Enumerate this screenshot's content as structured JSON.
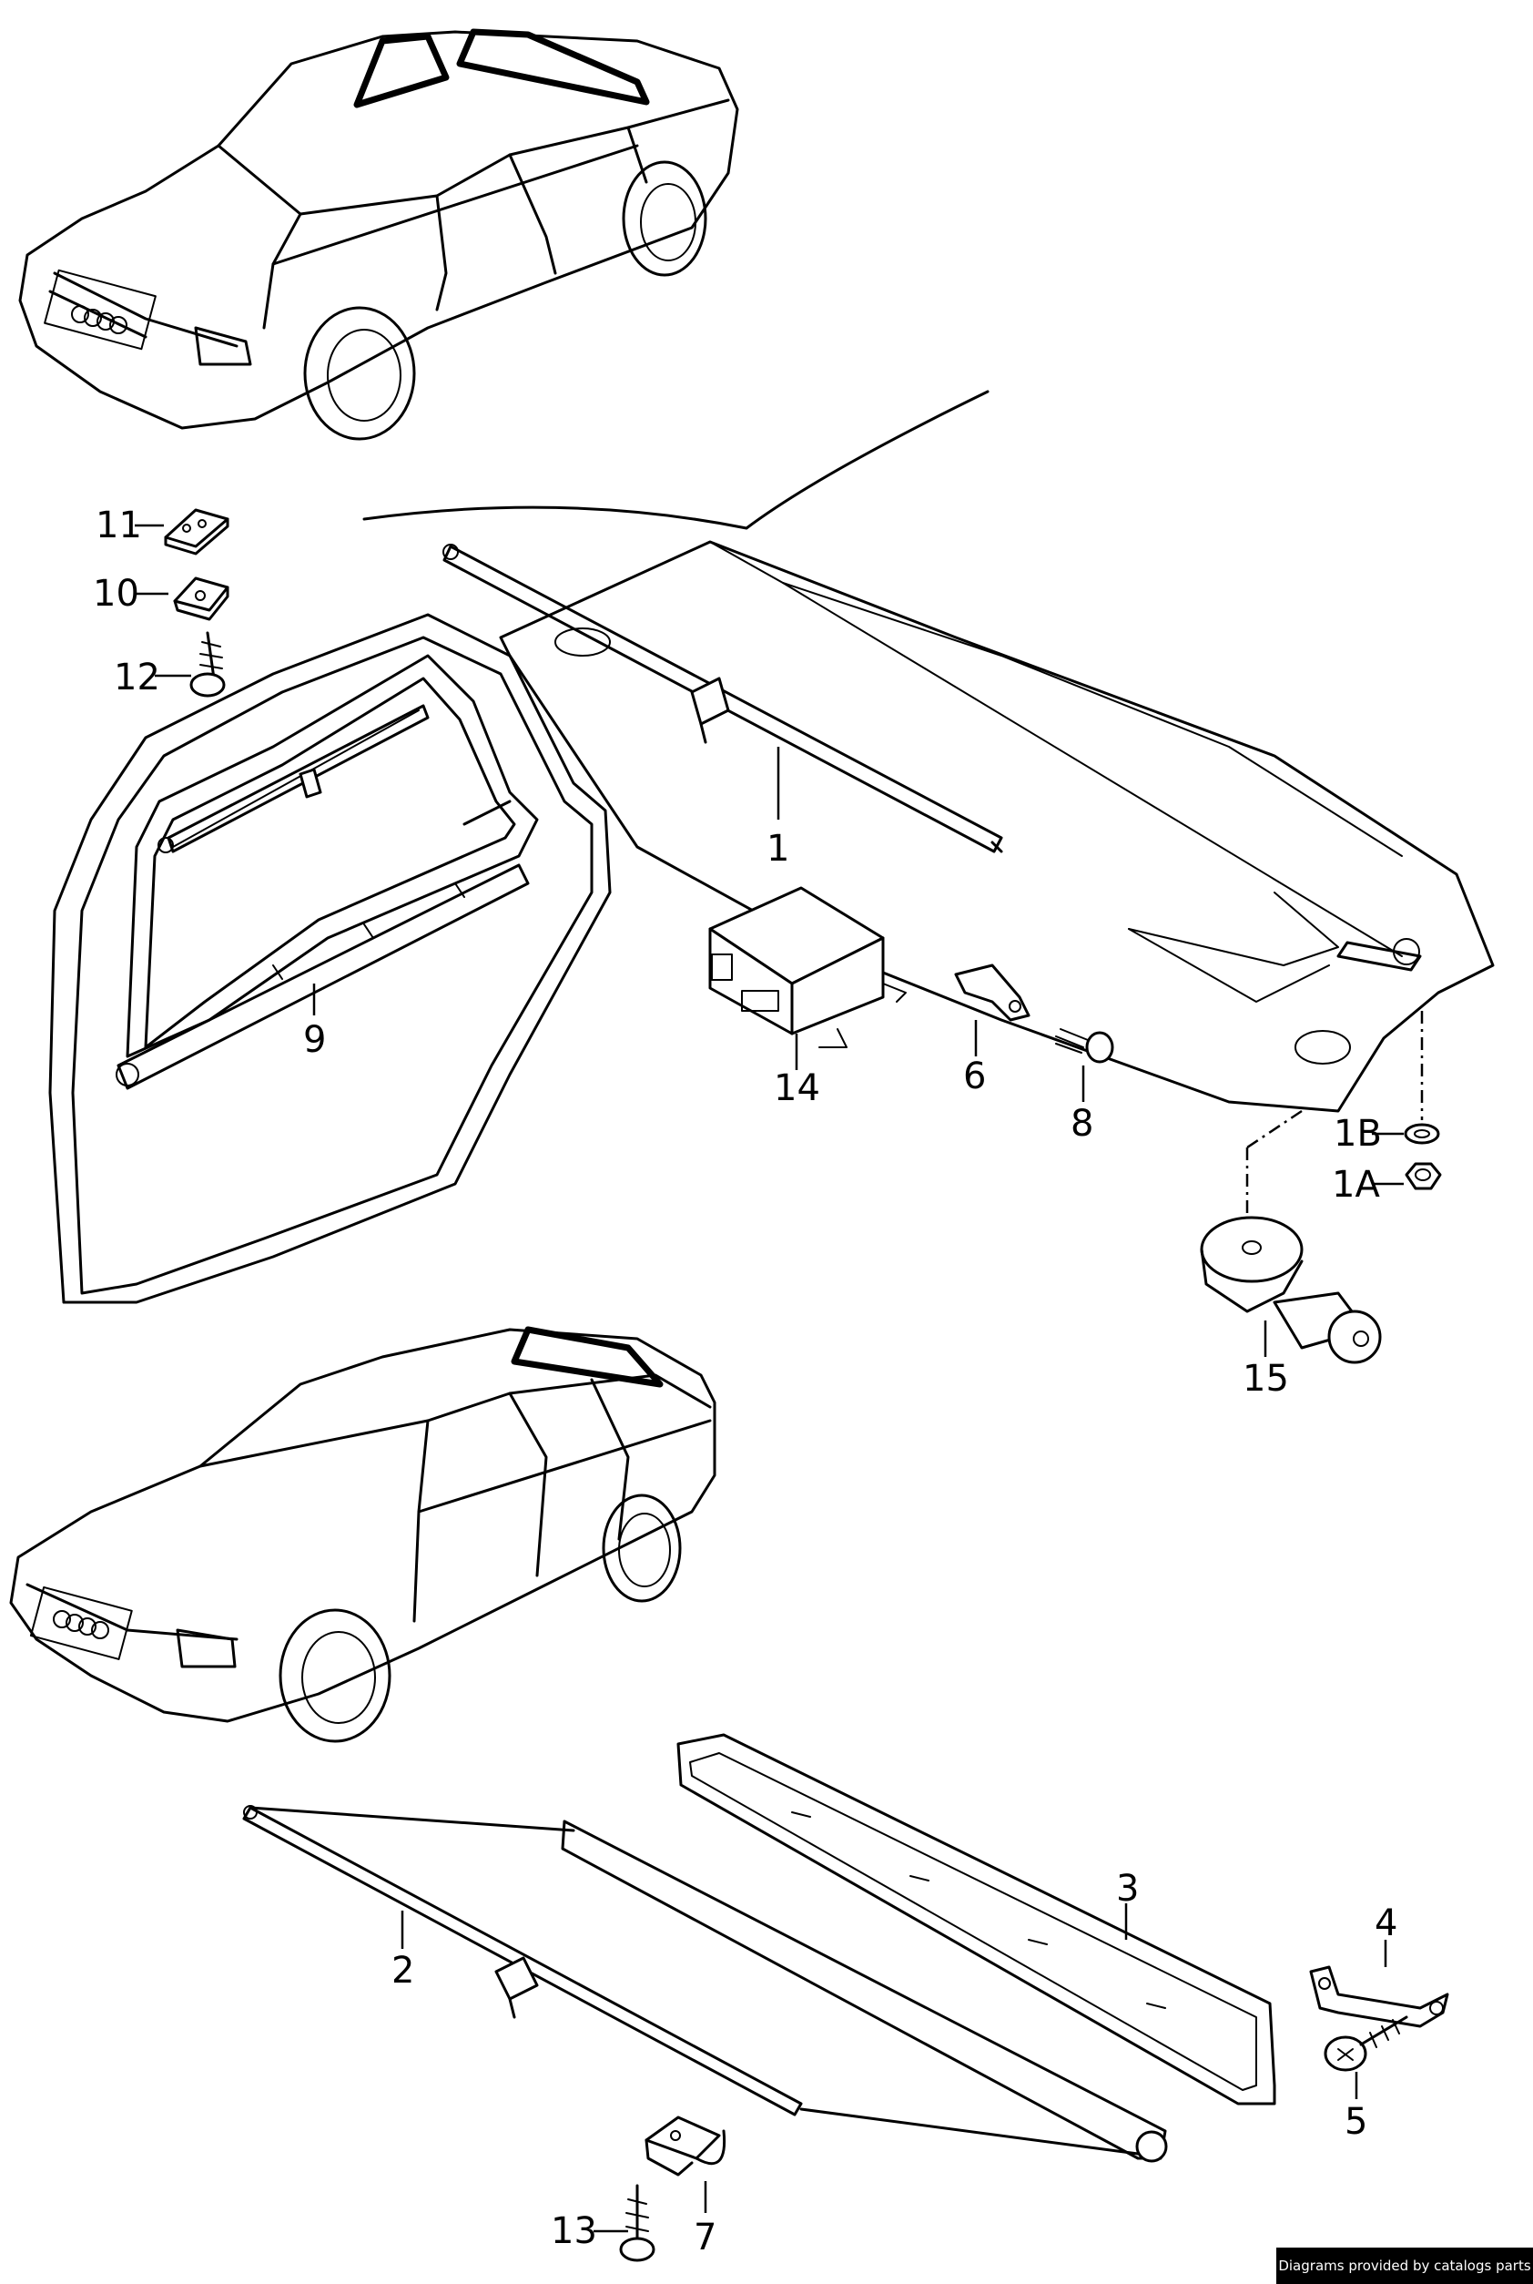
{
  "callouts": {
    "c1": "1",
    "c1a": "1A",
    "c1b": "1B",
    "c2": "2",
    "c3": "3",
    "c4": "4",
    "c5": "5",
    "c6": "6",
    "c7": "7",
    "c8": "8",
    "c9": "9",
    "c10": "10",
    "c11": "11",
    "c12": "12",
    "c13": "13",
    "c14": "14",
    "c15": "15"
  },
  "credit": "Diagrams provided by catalogs parts"
}
